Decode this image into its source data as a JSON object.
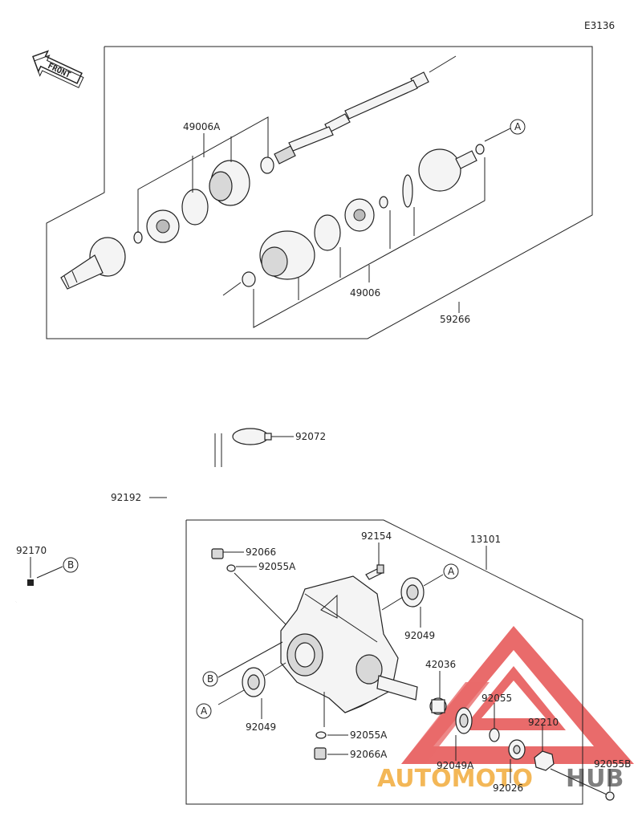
{
  "diagram_code": "E3136",
  "front_label": "FRONT",
  "refs": {
    "a": "A",
    "b": "B"
  },
  "parts": {
    "p49006A": "49006A",
    "p49006": "49006",
    "p59266": "59266",
    "p92072": "92072",
    "p92192": "92192",
    "p92170": "92170",
    "p92066": "92066",
    "p92055A_top": "92055A",
    "p92154": "92154",
    "p13101": "13101",
    "p92049_right": "92049",
    "p42036": "42036",
    "p92049_left": "92049",
    "p92055A_bottom": "92055A",
    "p92066A": "92066A",
    "p92055": "92055",
    "p92210": "92210",
    "p92049A": "92049A",
    "p92026": "92026",
    "p92055B": "92055B"
  },
  "watermark": {
    "text": "AUTOMOTOHUB",
    "color": "#e8222b",
    "text_color": "#f0a020"
  }
}
